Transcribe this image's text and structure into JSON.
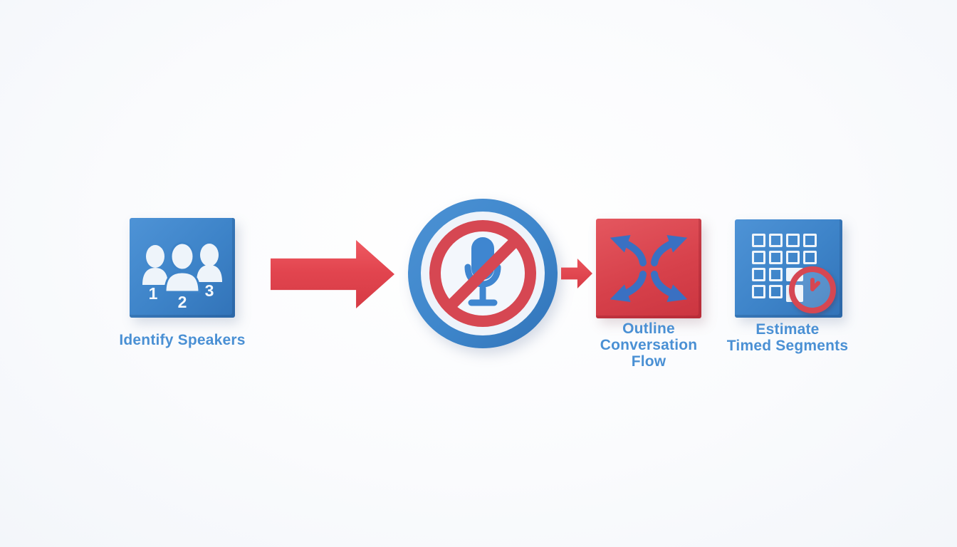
{
  "diagram": {
    "background_color": "#fbfcfe",
    "label_color": "#4a90d4"
  },
  "palette": {
    "card_blue": "#3d83c8",
    "card_red": "#d7414b",
    "arrow_red": "#e2454f",
    "prohibition_red": "#d64752",
    "icon_white": "#eef4fa",
    "mic_blue": "#3f86d0",
    "exchange_blue": "#3a70c2"
  },
  "steps": [
    {
      "name": "identify-speakers",
      "label": "Identify Speakers",
      "icon": "group-numbered-icon",
      "numbers": [
        "1",
        "2",
        "3"
      ]
    },
    {
      "name": "muted-microphone",
      "icon": "no-microphone-icon"
    },
    {
      "name": "outline-conversation-flow",
      "label": "Outline Conversation Flow",
      "label_lines": [
        "Outline",
        "Conversation",
        "Flow"
      ],
      "icon": "exchange-arrows-icon"
    },
    {
      "name": "estimate-timed-segments",
      "label": "Estimate Timed Segments",
      "label_lines": [
        "Estimate",
        "Timed Segments"
      ],
      "icon": "grid-clock-icon"
    }
  ],
  "connectors": [
    {
      "name": "arrow-large",
      "type": "right-arrow"
    },
    {
      "name": "arrow-small",
      "type": "right-arrow"
    }
  ]
}
